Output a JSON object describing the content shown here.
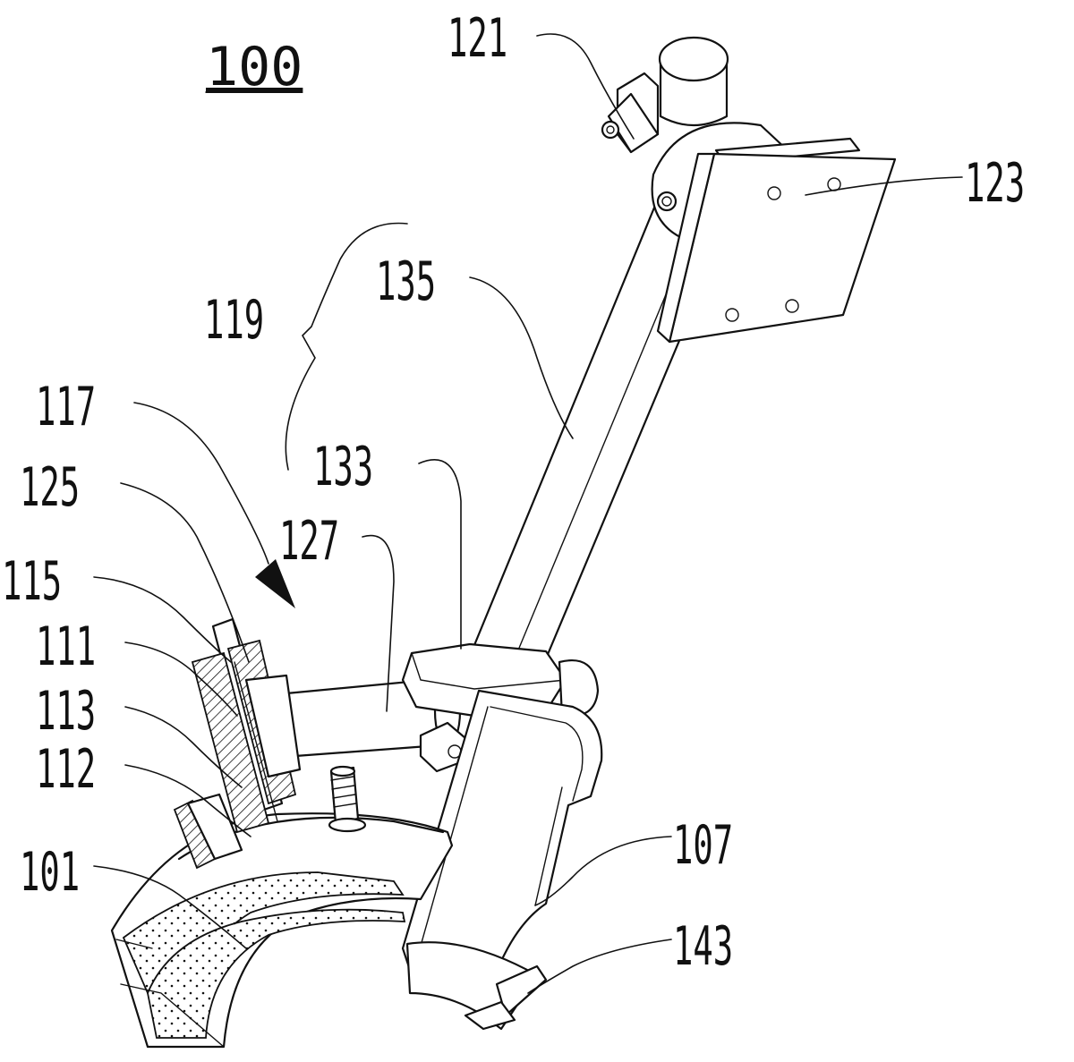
{
  "figure": {
    "label": "100",
    "reference_numerals": [
      "121",
      "123",
      "135",
      "119",
      "117",
      "133",
      "125",
      "127",
      "115",
      "111",
      "113",
      "112",
      "101",
      "107",
      "143"
    ]
  }
}
